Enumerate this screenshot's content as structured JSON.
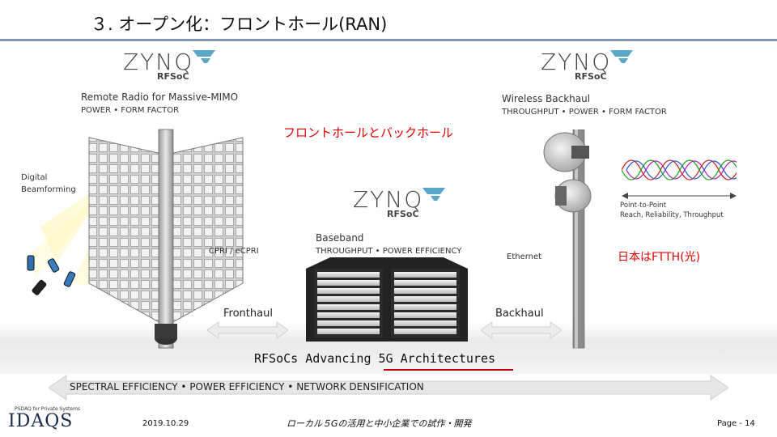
{
  "title": "３. オープン化：フロントホール(RAN)",
  "logos": {
    "word": "ZYNQ",
    "sub": "RFSoC"
  },
  "remote_radio": {
    "heading": "Remote Radio for Massive-MIMO",
    "sub": "POWER • FORM FACTOR"
  },
  "wireless_backhaul": {
    "heading": "Wireless Backhaul",
    "sub": "THROUGHPUT • POWER • FORM FACTOR"
  },
  "center_caption": "フロントホールとバックホール",
  "digital_beamforming": [
    "Digital",
    "Beamforming"
  ],
  "point_to_point": [
    "Point-to-Point",
    "Reach, Reliability, Throughput"
  ],
  "baseband": {
    "heading": "Baseband",
    "sub": "THROUGHPUT • POWER EFFICIENCY"
  },
  "cpri": "CPRI / eCPRI",
  "ethernet": "Ethernet",
  "ftth": "日本はFTTH(光)",
  "fronthaul": "Fronthaul",
  "backhaul": "Backhaul",
  "advancing": "RFSoCs Advancing 5G Architectures",
  "spectral": "SPECTRAL EFFICIENCY • POWER EFFICIENCY • NETWORK DENSIFICATION",
  "footer": {
    "brand": "IDAQS",
    "brand_tag": "PSDAQ for Private Systems",
    "date": "2019.10.29",
    "subject": "ローカル５Gの活用と中小企業での試作・開発",
    "page": "Page - 14"
  },
  "colors": {
    "accent_red": "#e00000",
    "rule_blue": "#7f98b8",
    "logo_tick": "#5aa6c8"
  }
}
